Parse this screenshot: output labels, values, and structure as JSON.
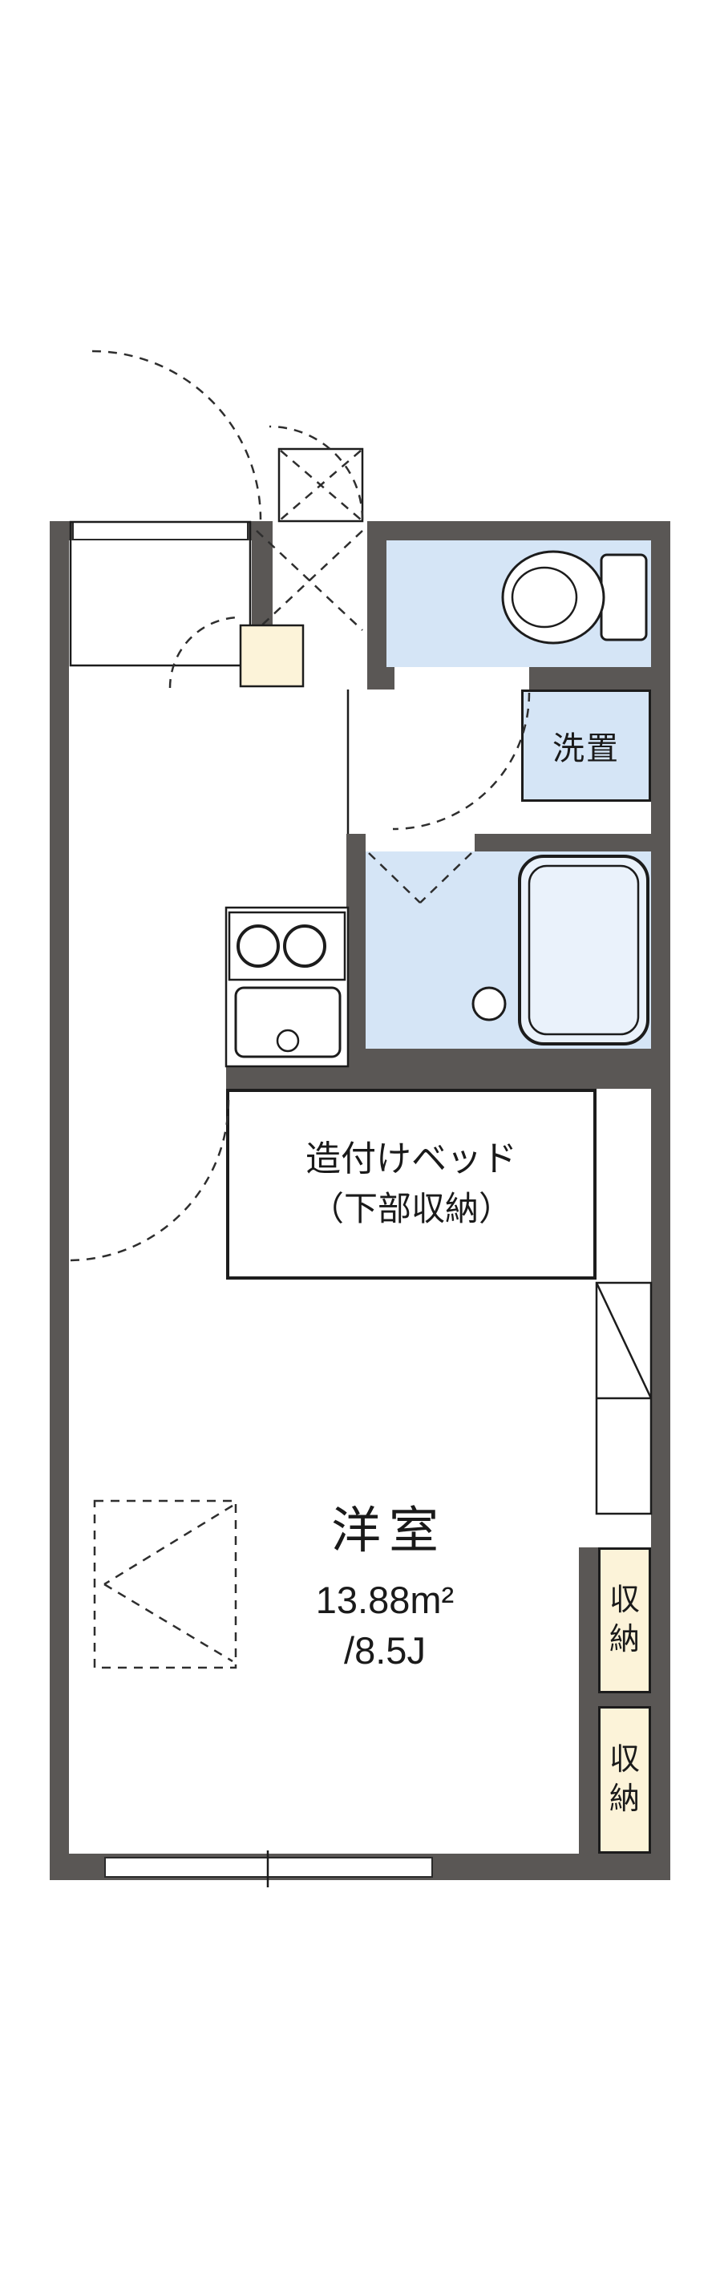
{
  "floorplan": {
    "rooms": {
      "main": {
        "name": "洋室",
        "area": "13.88m²",
        "tatami": "/8.5J"
      },
      "bed": {
        "line1": "造付けベッド",
        "line2": "（下部収納）"
      },
      "laundry": {
        "label": "洗置"
      },
      "storage_upper": {
        "label": "収納"
      },
      "storage_lower": {
        "label": "収納"
      }
    },
    "fixtures": [
      "toilet",
      "bathtub",
      "bath-drain",
      "stove-two-burners",
      "kitchen-sink",
      "shoe-cabinet",
      "door-swing-arcs",
      "window-top",
      "window-bottom"
    ],
    "colors": {
      "wall": "#5a5755",
      "wet-area": "#d5e5f6",
      "storage-fill": "#fcf3d9",
      "line": "#1c1c1c",
      "background": "#ffffff"
    }
  }
}
